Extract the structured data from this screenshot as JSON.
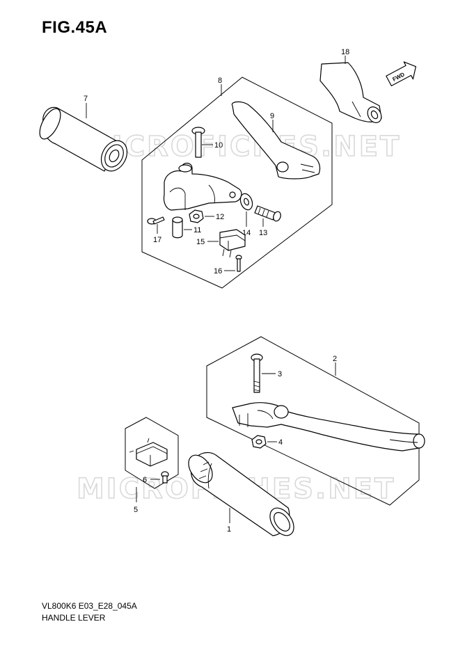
{
  "figure": {
    "title": "FIG.45A",
    "model_code": "VL800K6 E03_E28_045A",
    "section_name": "HANDLE LEVER",
    "watermark": "MICROFICHES.NET",
    "direction_tag": "FWD"
  },
  "callouts": [
    {
      "id": "c1",
      "label": "1"
    },
    {
      "id": "c2",
      "label": "2"
    },
    {
      "id": "c3",
      "label": "3"
    },
    {
      "id": "c4",
      "label": "4"
    },
    {
      "id": "c5",
      "label": "5"
    },
    {
      "id": "c6",
      "label": "6"
    },
    {
      "id": "c7",
      "label": "7"
    },
    {
      "id": "c8",
      "label": "8"
    },
    {
      "id": "c9",
      "label": "9"
    },
    {
      "id": "c10",
      "label": "10"
    },
    {
      "id": "c11",
      "label": "11"
    },
    {
      "id": "c12",
      "label": "12"
    },
    {
      "id": "c13",
      "label": "13"
    },
    {
      "id": "c14",
      "label": "14"
    },
    {
      "id": "c15",
      "label": "15"
    },
    {
      "id": "c16",
      "label": "16"
    },
    {
      "id": "c17",
      "label": "17"
    },
    {
      "id": "c18",
      "label": "18"
    }
  ]
}
